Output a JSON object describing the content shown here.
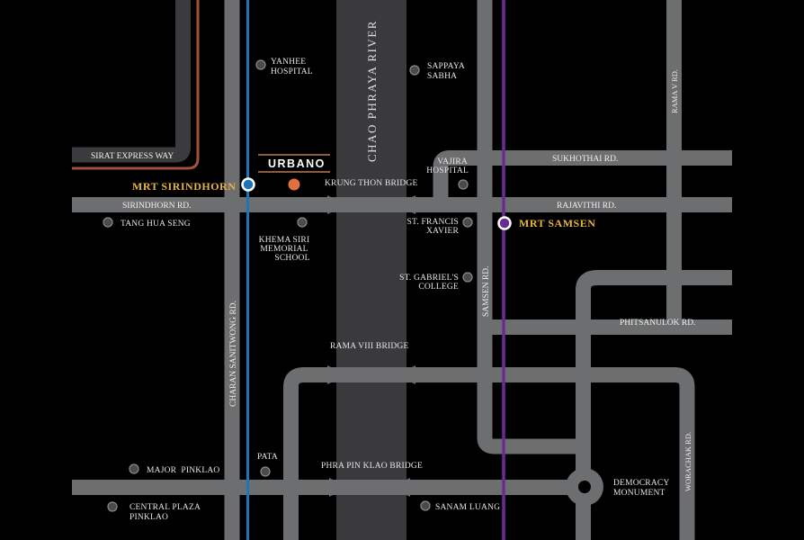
{
  "colors": {
    "background": "#000000",
    "road": "#6d6e70",
    "river": "#3a3a3c",
    "expressway": "#3b3b3d",
    "expressway_outline": "#a0523d",
    "blue_line": "#1b75bc",
    "purple_line": "#6a2c91",
    "mrt_label": "#e9b53c",
    "project_marker": "#e0703f"
  },
  "project": {
    "name": "URBANO"
  },
  "river": {
    "name": "CHAO PHRAYA RIVER"
  },
  "stations": [
    {
      "name": "MRT SIRINDHORN",
      "line": "blue"
    },
    {
      "name": "MRT SAMSEN",
      "line": "purple"
    }
  ],
  "roads": {
    "sirat": "SIRAT EXPRESS WAY",
    "sirindhorn": "SIRINDHORN RD.",
    "sukhothai": "SUKHOTHAI RD.",
    "rajavithi": "RAJAVITHI RD.",
    "rama5": "RAMA V RD.",
    "samsen": "SAMSEN RD.",
    "phitsanulok": "PHITSANULOK RD.",
    "charan": "CHARAN SANITWONG RD.",
    "worachak": "WORACHAK RD."
  },
  "bridges": {
    "krung_thon": "KRUNG THON BRIDGE",
    "rama8": "RAMA VIII BRIDGE",
    "phra_pin_klao": "PHRA PIN KLAO BRIDGE"
  },
  "places": {
    "yanhee": [
      "YANHEE",
      "HOSPITAL"
    ],
    "sappaya": [
      "SAPPAYA",
      "SABHA"
    ],
    "vajira": [
      "VAJIRA",
      "HOSPITAL"
    ],
    "tang_hua_seng": "TANG HUA SENG",
    "khema": [
      "KHEMA SIRI",
      "MEMORIAL",
      "SCHOOL"
    ],
    "st_francis": [
      "ST. FRANCIS",
      "XAVIER"
    ],
    "st_gabriel": [
      "ST. GABRIEL'S",
      "COLLEGE"
    ],
    "pata": "PATA",
    "major": "MAJOR  PINKLAO",
    "central": [
      "CENTRAL PLAZA",
      "PINKLAO"
    ],
    "sanam_luang": "SANAM LUANG",
    "democracy": [
      "DEMOCRACY",
      "MONUMENT"
    ]
  }
}
